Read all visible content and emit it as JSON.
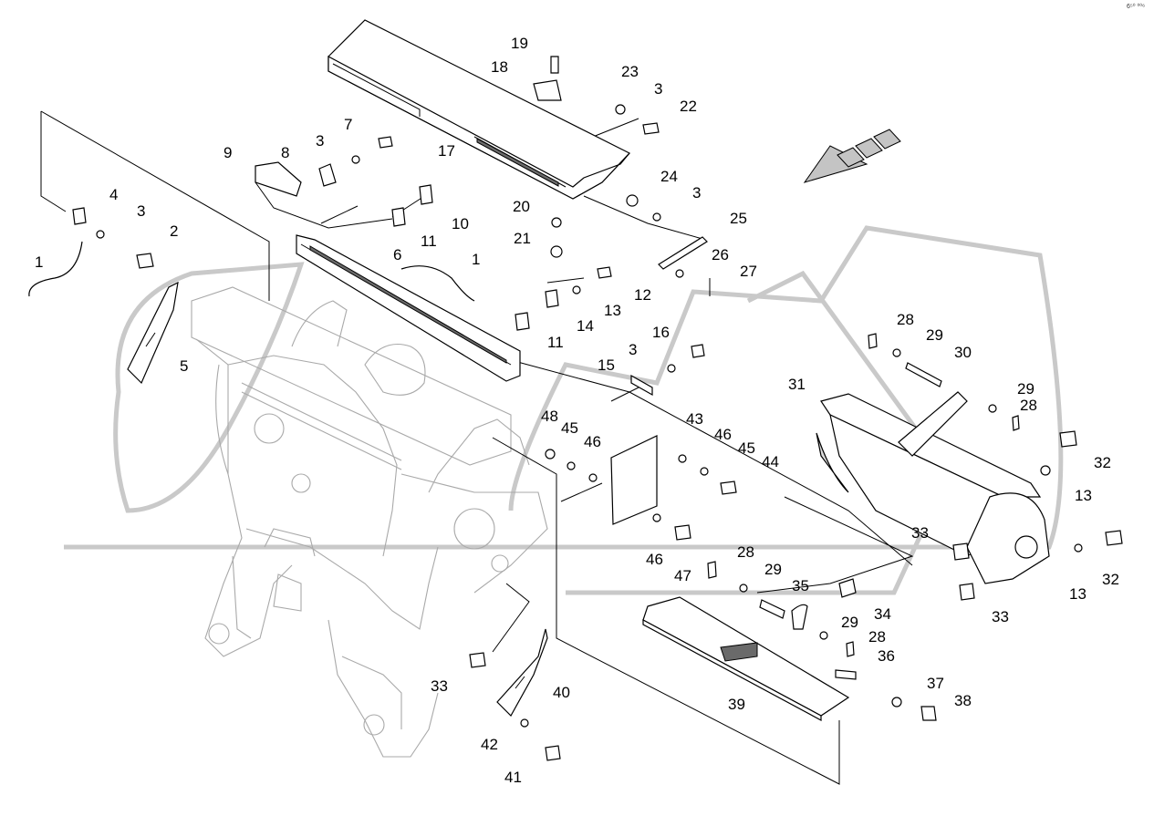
{
  "drawing_code": "6⁵⁰ ⁰⁰⁶",
  "colors": {
    "line": "#000000",
    "ghost_frame": "#a9a9a9",
    "watermark": "#c9c9c9"
  },
  "icons": {
    "direction_arrow": "travel-direction-arrow-icon",
    "watermark": "watermark-logo"
  },
  "callouts": [
    {
      "id": "c1a",
      "label": "1"
    },
    {
      "id": "c1b",
      "label": "1"
    },
    {
      "id": "c2",
      "label": "2"
    },
    {
      "id": "c3a",
      "label": "3"
    },
    {
      "id": "c3b",
      "label": "3"
    },
    {
      "id": "c3c",
      "label": "3"
    },
    {
      "id": "c3d",
      "label": "3"
    },
    {
      "id": "c3e",
      "label": "3"
    },
    {
      "id": "c4",
      "label": "4"
    },
    {
      "id": "c5",
      "label": "5"
    },
    {
      "id": "c6",
      "label": "6"
    },
    {
      "id": "c7",
      "label": "7"
    },
    {
      "id": "c8",
      "label": "8"
    },
    {
      "id": "c9",
      "label": "9"
    },
    {
      "id": "c10",
      "label": "10"
    },
    {
      "id": "c11a",
      "label": "11"
    },
    {
      "id": "c11b",
      "label": "11"
    },
    {
      "id": "c12",
      "label": "12"
    },
    {
      "id": "c13a",
      "label": "13"
    },
    {
      "id": "c13b",
      "label": "13"
    },
    {
      "id": "c13c",
      "label": "13"
    },
    {
      "id": "c14",
      "label": "14"
    },
    {
      "id": "c15",
      "label": "15"
    },
    {
      "id": "c16",
      "label": "16"
    },
    {
      "id": "c17",
      "label": "17"
    },
    {
      "id": "c18",
      "label": "18"
    },
    {
      "id": "c19",
      "label": "19"
    },
    {
      "id": "c20",
      "label": "20"
    },
    {
      "id": "c21",
      "label": "21"
    },
    {
      "id": "c22",
      "label": "22"
    },
    {
      "id": "c23",
      "label": "23"
    },
    {
      "id": "c24",
      "label": "24"
    },
    {
      "id": "c25",
      "label": "25"
    },
    {
      "id": "c26",
      "label": "26"
    },
    {
      "id": "c27",
      "label": "27"
    },
    {
      "id": "c28a",
      "label": "28"
    },
    {
      "id": "c28b",
      "label": "28"
    },
    {
      "id": "c28c",
      "label": "28"
    },
    {
      "id": "c28d",
      "label": "28"
    },
    {
      "id": "c29a",
      "label": "29"
    },
    {
      "id": "c29b",
      "label": "29"
    },
    {
      "id": "c29c",
      "label": "29"
    },
    {
      "id": "c29d",
      "label": "29"
    },
    {
      "id": "c30",
      "label": "30"
    },
    {
      "id": "c31",
      "label": "31"
    },
    {
      "id": "c32a",
      "label": "32"
    },
    {
      "id": "c32b",
      "label": "32"
    },
    {
      "id": "c33a",
      "label": "33"
    },
    {
      "id": "c33b",
      "label": "33"
    },
    {
      "id": "c33c",
      "label": "33"
    },
    {
      "id": "c34",
      "label": "34"
    },
    {
      "id": "c35",
      "label": "35"
    },
    {
      "id": "c36",
      "label": "36"
    },
    {
      "id": "c37",
      "label": "37"
    },
    {
      "id": "c38",
      "label": "38"
    },
    {
      "id": "c39",
      "label": "39"
    },
    {
      "id": "c40",
      "label": "40"
    },
    {
      "id": "c41",
      "label": "41"
    },
    {
      "id": "c42",
      "label": "42"
    },
    {
      "id": "c43",
      "label": "43"
    },
    {
      "id": "c44",
      "label": "44"
    },
    {
      "id": "c45a",
      "label": "45"
    },
    {
      "id": "c45b",
      "label": "45"
    },
    {
      "id": "c46a",
      "label": "46"
    },
    {
      "id": "c46b",
      "label": "46"
    },
    {
      "id": "c46c",
      "label": "46"
    },
    {
      "id": "c47",
      "label": "47"
    },
    {
      "id": "c48",
      "label": "48"
    }
  ]
}
